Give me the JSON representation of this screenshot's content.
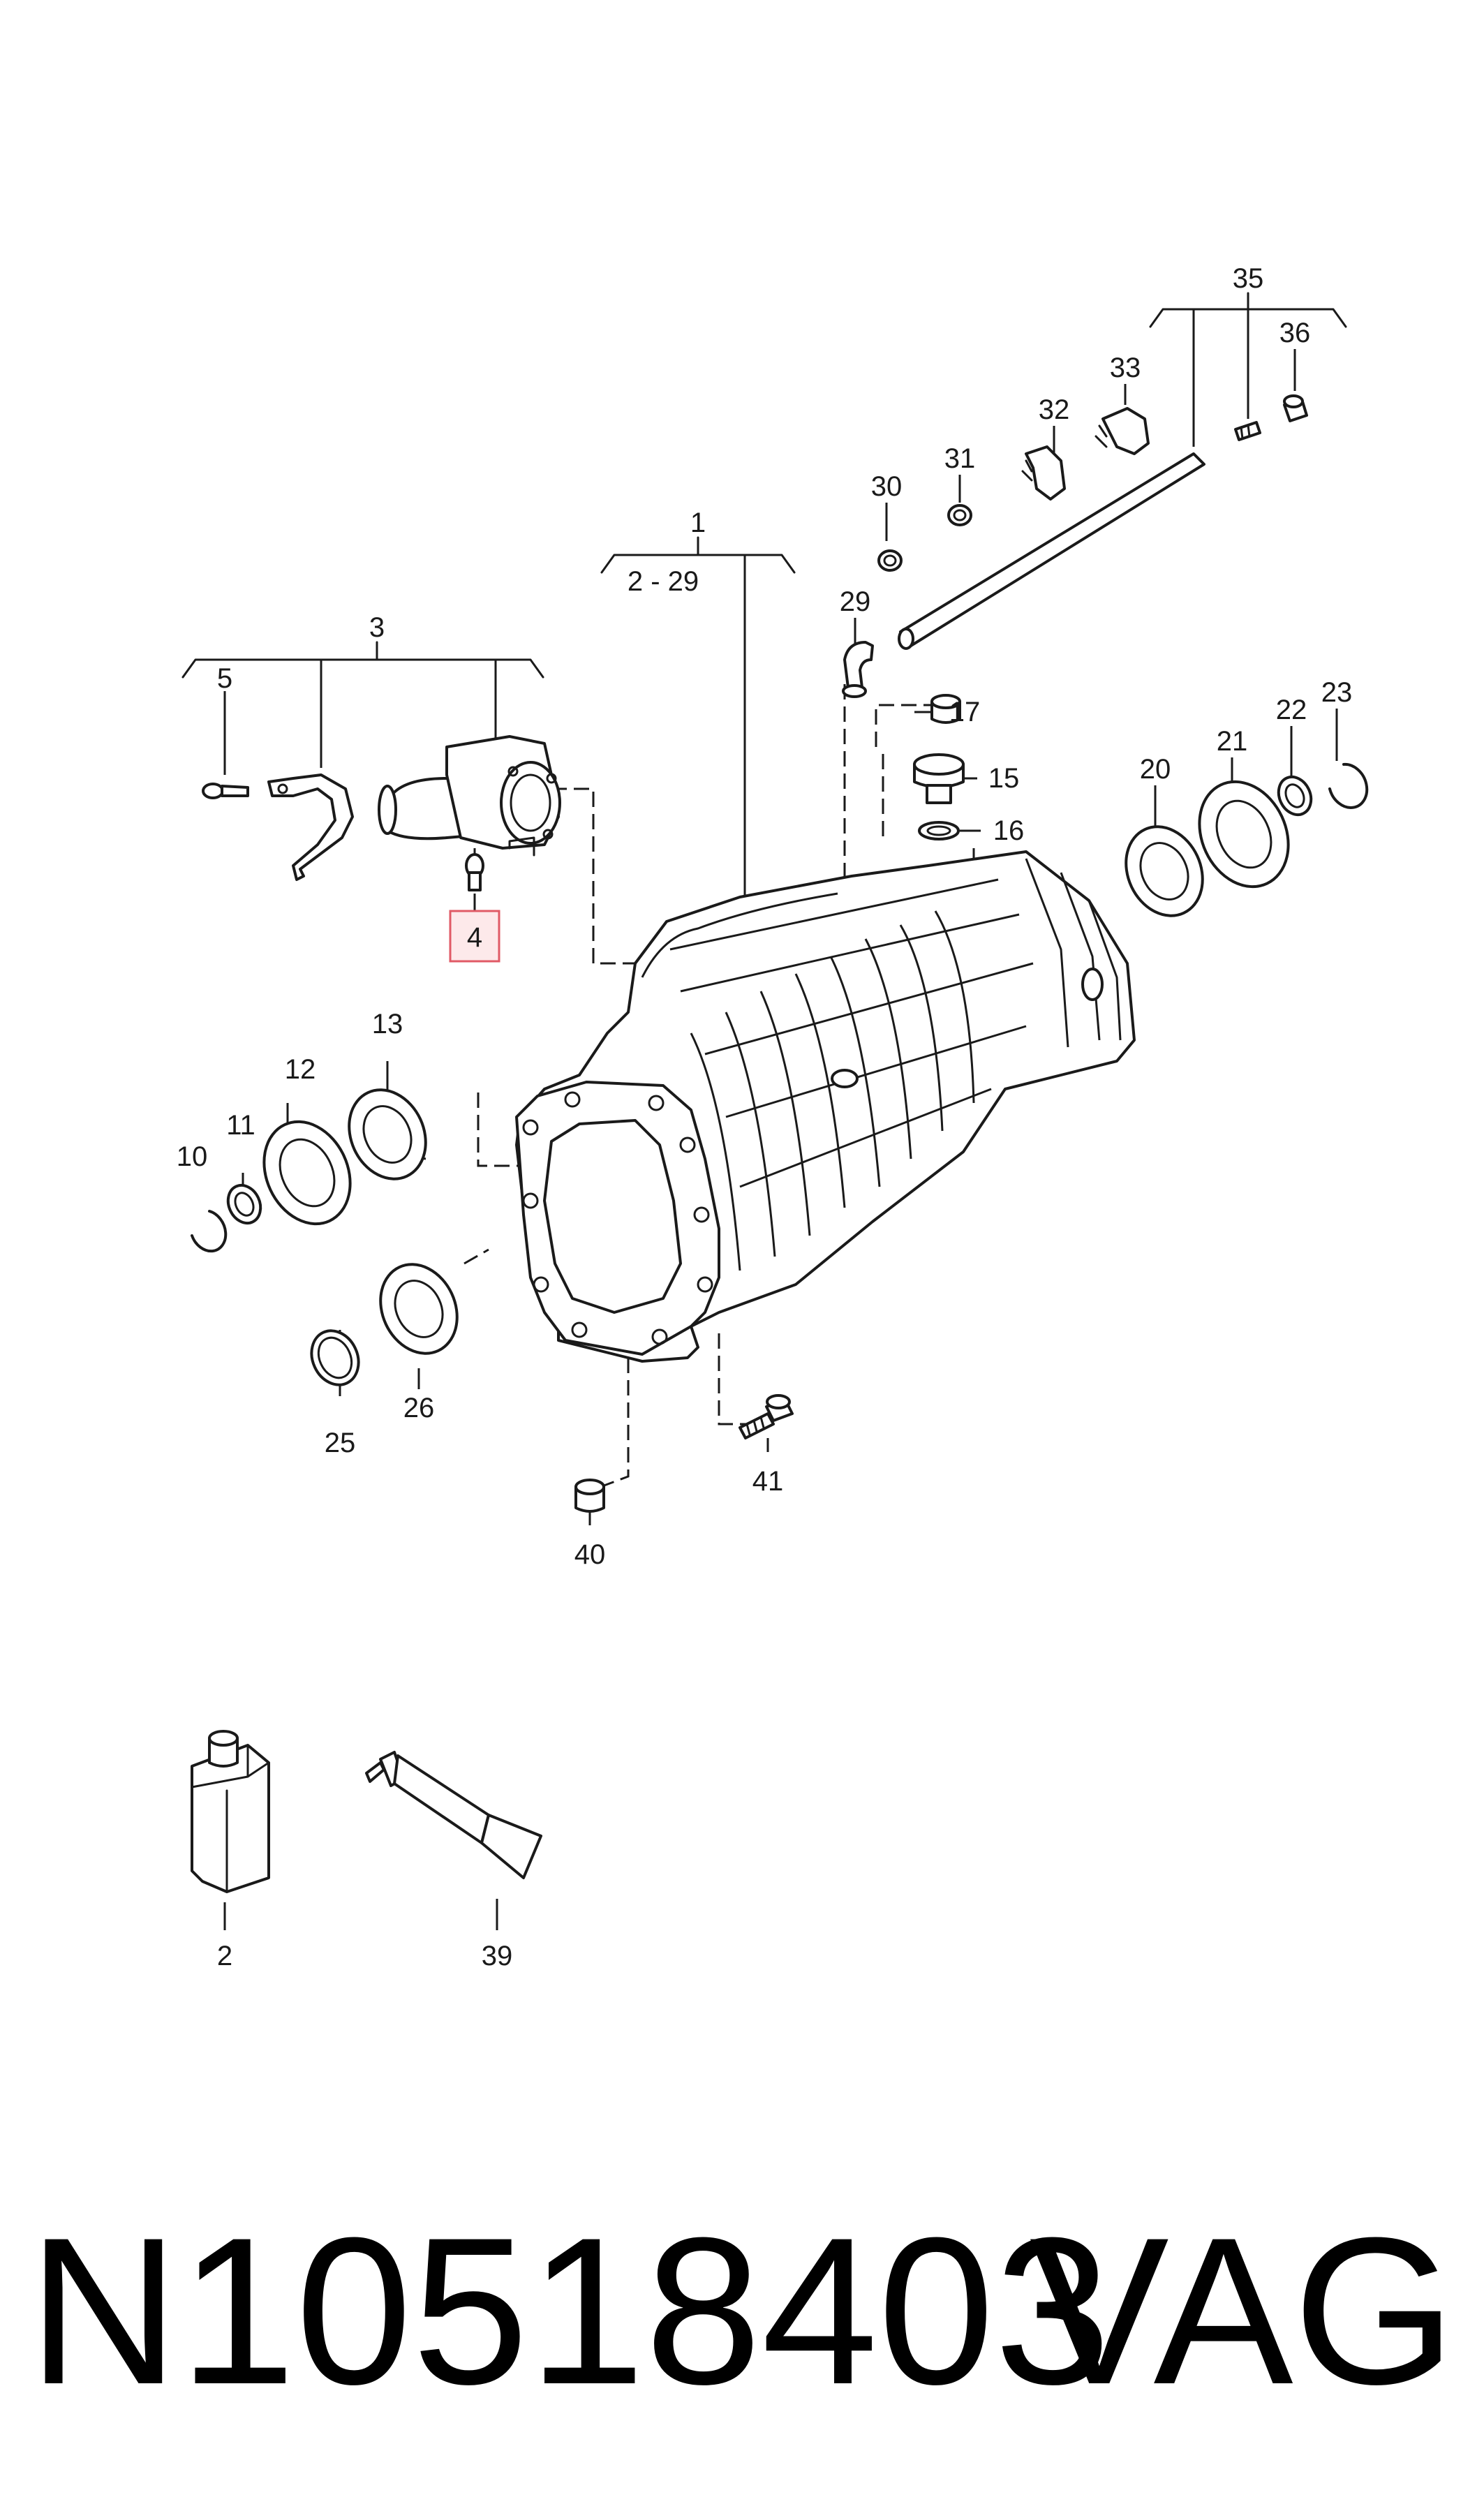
{
  "labels": {
    "l1": "1",
    "l2_29": "2 - 29",
    "l3": "3",
    "l4": "4",
    "l5": "5",
    "l10": "10",
    "l11": "11",
    "l12": "12",
    "l13": "13",
    "l15": "15",
    "l16": "16",
    "l17": "17",
    "l20": "20",
    "l21": "21",
    "l22": "22",
    "l23": "23",
    "l25": "25",
    "l26": "26",
    "l29": "29",
    "l30": "30",
    "l31": "31",
    "l32": "32",
    "l33": "33",
    "l35": "35",
    "l36": "36",
    "l40": "40",
    "l41": "41",
    "l2": "2",
    "l39": "39"
  },
  "highlighted_part": "4",
  "highlight_color": "#e05a66",
  "footer": {
    "part_number": "N10518403",
    "brand": "VAG"
  }
}
